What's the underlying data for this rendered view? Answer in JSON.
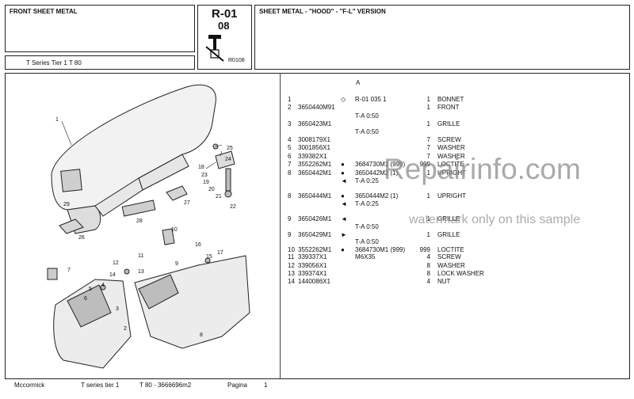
{
  "header": {
    "section_title": "FRONT SHEET METAL",
    "series": "T Series Tier 1   T 80",
    "ref_code": "R-01",
    "ref_sub": "08",
    "ref_num": "R0108",
    "desc": "SHEET METAL - \"HOOD\" - \"F-L\" VERSION"
  },
  "list": {
    "column_letter": "A",
    "rows": [
      {
        "n": "1",
        "part": "",
        "sym": "◇",
        "alt": "R-01  035   1",
        "qty": "1",
        "desc": "BONNET"
      },
      {
        "n": "2",
        "part": "3650440M91",
        "sym": "",
        "alt": "",
        "qty": "1",
        "desc": "FRONT"
      },
      {
        "n": "",
        "part": "",
        "sym": "",
        "alt": "T-A 0:50",
        "qty": "",
        "desc": ""
      },
      {
        "n": "3",
        "part": "3650423M1",
        "sym": "",
        "alt": "",
        "qty": "1",
        "desc": "GRILLE"
      },
      {
        "n": "",
        "part": "",
        "sym": "",
        "alt": "T-A 0:50",
        "qty": "",
        "desc": ""
      },
      {
        "n": "4",
        "part": "3008179X1",
        "sym": "",
        "alt": "",
        "qty": "7",
        "desc": "SCREW"
      },
      {
        "n": "5",
        "part": "3001856X1",
        "sym": "",
        "alt": "",
        "qty": "7",
        "desc": "WASHER"
      },
      {
        "n": "6",
        "part": "339382X1",
        "sym": "",
        "alt": "",
        "qty": "7",
        "desc": "WASHER"
      },
      {
        "n": "7",
        "part": "3552262M1",
        "sym": "●",
        "alt": "3684730M1   (999)",
        "qty": "999",
        "desc": "LOCTITE"
      },
      {
        "n": "8",
        "part": "3650442M1",
        "sym": "●",
        "alt": "3650442M2   (1)",
        "qty": "1",
        "desc": "UPRIGHT"
      },
      {
        "n": "",
        "part": "",
        "sym": "◄",
        "alt": "T-A 0:25",
        "qty": "",
        "desc": ""
      },
      {
        "n": "8",
        "part": "3650444M1",
        "sym": "●",
        "alt": "3650444M2   (1)",
        "qty": "1",
        "desc": "UPRIGHT"
      },
      {
        "n": "",
        "part": "",
        "sym": "◄",
        "alt": "T-A 0:25",
        "qty": "",
        "desc": ""
      },
      {
        "n": "9",
        "part": "3650426M1",
        "sym": "◄",
        "alt": "",
        "qty": "1",
        "desc": "GRILLE"
      },
      {
        "n": "",
        "part": "",
        "sym": "",
        "alt": "T-A 0:50",
        "qty": "",
        "desc": ""
      },
      {
        "n": "9",
        "part": "3650429M1",
        "sym": "►",
        "alt": "",
        "qty": "1",
        "desc": "GRILLE"
      },
      {
        "n": "",
        "part": "",
        "sym": "",
        "alt": "T-A 0:50",
        "qty": "",
        "desc": ""
      },
      {
        "n": "10",
        "part": "3552262M1",
        "sym": "●",
        "alt": "3684730M1   (999)",
        "qty": "999",
        "desc": "LOCTITE"
      },
      {
        "n": "11",
        "part": "339337X1",
        "sym": "",
        "alt": "M6X35",
        "qty": "4",
        "desc": "SCREW"
      },
      {
        "n": "12",
        "part": "339056X1",
        "sym": "",
        "alt": "",
        "qty": "8",
        "desc": "WASHER"
      },
      {
        "n": "13",
        "part": "339374X1",
        "sym": "",
        "alt": "",
        "qty": "8",
        "desc": "LOCK WASHER"
      },
      {
        "n": "14",
        "part": "1440086X1",
        "sym": "",
        "alt": "",
        "qty": "4",
        "desc": "NUT"
      }
    ]
  },
  "callouts": [
    "1",
    "2",
    "3",
    "4",
    "5",
    "6",
    "7",
    "8",
    "9",
    "10",
    "11",
    "12",
    "13",
    "14",
    "15",
    "16",
    "17",
    "18",
    "19",
    "20",
    "21",
    "22",
    "23",
    "24",
    "25",
    "26",
    "27",
    "28",
    "29"
  ],
  "watermark": {
    "big": "Repairinfo.com",
    "small": "watermark only on this sample"
  },
  "footer": {
    "brand": "Mccormick",
    "series": "T series tier 1",
    "model": "T 80  - 3666696m2",
    "page_label": "Pagina",
    "page_num": "1"
  }
}
